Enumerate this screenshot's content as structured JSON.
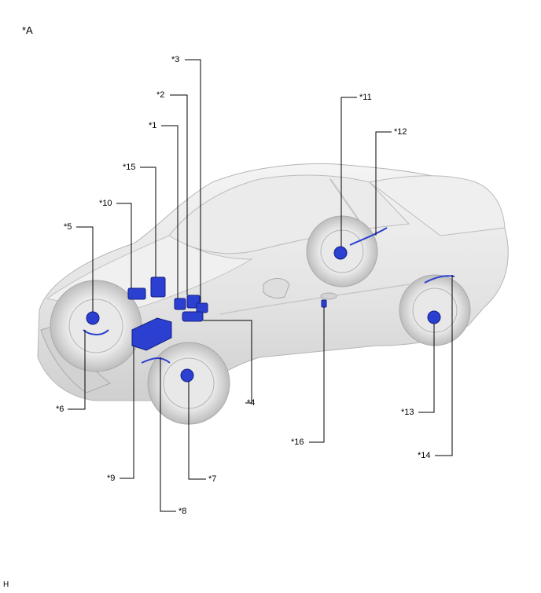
{
  "view_label": "*A",
  "corner_code": "H",
  "callouts": [
    {
      "id": "1",
      "text": "*1"
    },
    {
      "id": "2",
      "text": "*2"
    },
    {
      "id": "3",
      "text": "*3"
    },
    {
      "id": "4",
      "text": "*4"
    },
    {
      "id": "5",
      "text": "*5"
    },
    {
      "id": "6",
      "text": "*6"
    },
    {
      "id": "7",
      "text": "*7"
    },
    {
      "id": "8",
      "text": "*8"
    },
    {
      "id": "9",
      "text": "*9"
    },
    {
      "id": "10",
      "text": "*10"
    },
    {
      "id": "11",
      "text": "*11"
    },
    {
      "id": "12",
      "text": "*12"
    },
    {
      "id": "13",
      "text": "*13"
    },
    {
      "id": "14",
      "text": "*14"
    },
    {
      "id": "15",
      "text": "*15"
    },
    {
      "id": "16",
      "text": "*16"
    }
  ],
  "colors": {
    "component_blue": "#2b3fd0",
    "component_dark": "#1a2a9a",
    "car_body": "#e6e6e6",
    "car_shadow": "#bdbdbd",
    "leader_line": "#000000"
  }
}
